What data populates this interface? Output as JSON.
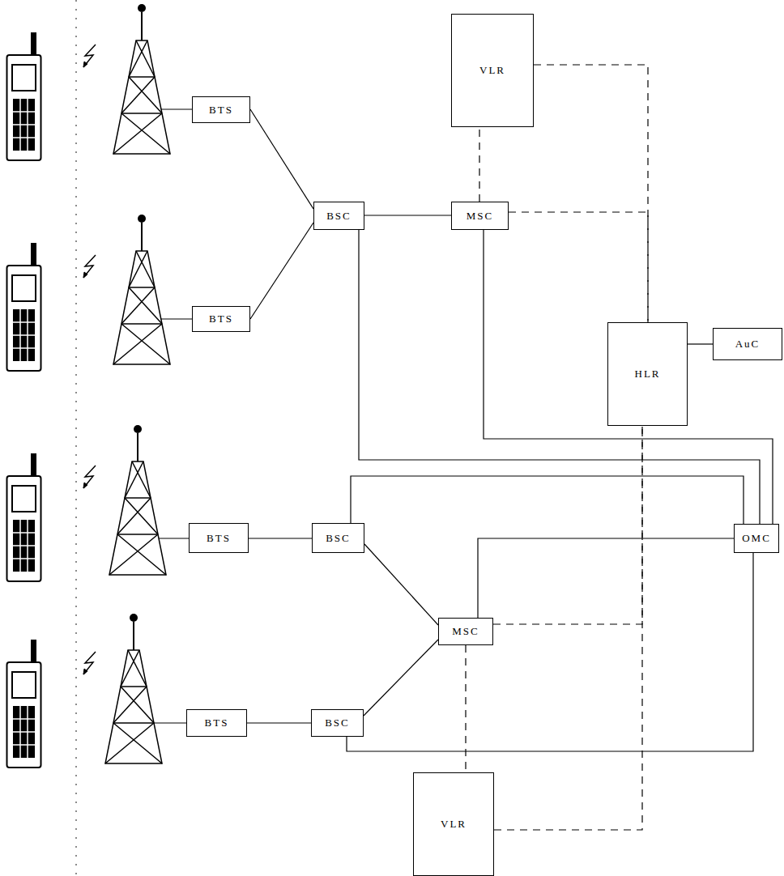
{
  "diagram": {
    "nodes": [
      {
        "text": [
          "VLR"
        ]
      },
      {
        "text": [
          "BTS"
        ]
      },
      {
        "text": [
          "BSC"
        ]
      },
      {
        "text": [
          "MSC"
        ]
      },
      {
        "text": [
          "BTS"
        ]
      },
      {
        "text": [
          "HLR"
        ]
      },
      {
        "text": [
          "AuC"
        ]
      },
      {
        "text": [
          "BTS"
        ]
      },
      {
        "text": [
          "BSC"
        ]
      },
      {
        "text": [
          "OMC"
        ]
      },
      {
        "text": [
          "MSC"
        ]
      },
      {
        "text": [
          "BTS"
        ]
      },
      {
        "text": [
          "BSC"
        ]
      },
      {
        "text": [
          "VLR"
        ]
      }
    ],
    "edges": [
      {
        "from": 1,
        "to": 2,
        "arrow": "none"
      },
      {
        "from": 4,
        "to": 2,
        "arrow": "none"
      },
      {
        "from": 2,
        "to": 3,
        "arrow": "none"
      },
      {
        "from": 3,
        "to": 0,
        "arrow": "none"
      },
      {
        "from": 0,
        "to": 5,
        "arrow": "none"
      },
      {
        "from": 3,
        "to": 5,
        "arrow": "none"
      },
      {
        "from": 2,
        "to": 9,
        "arrow": "none"
      },
      {
        "from": 3,
        "to": 9,
        "arrow": "none"
      },
      {
        "from": 5,
        "to": 6,
        "arrow": "none"
      },
      {
        "from": 7,
        "to": 8,
        "arrow": "none"
      },
      {
        "from": 8,
        "to": 10,
        "arrow": "none"
      },
      {
        "from": 8,
        "to": 9,
        "arrow": "none"
      },
      {
        "from": 10,
        "to": 9,
        "arrow": "none"
      },
      {
        "from": 10,
        "to": 5,
        "arrow": "none"
      },
      {
        "from": 11,
        "to": 12,
        "arrow": "none"
      },
      {
        "from": 12,
        "to": 10,
        "arrow": "none"
      },
      {
        "from": 12,
        "to": 9,
        "arrow": "none"
      },
      {
        "from": 10,
        "to": 13,
        "arrow": "none"
      },
      {
        "from": 13,
        "to": 5,
        "arrow": "none"
      }
    ]
  }
}
